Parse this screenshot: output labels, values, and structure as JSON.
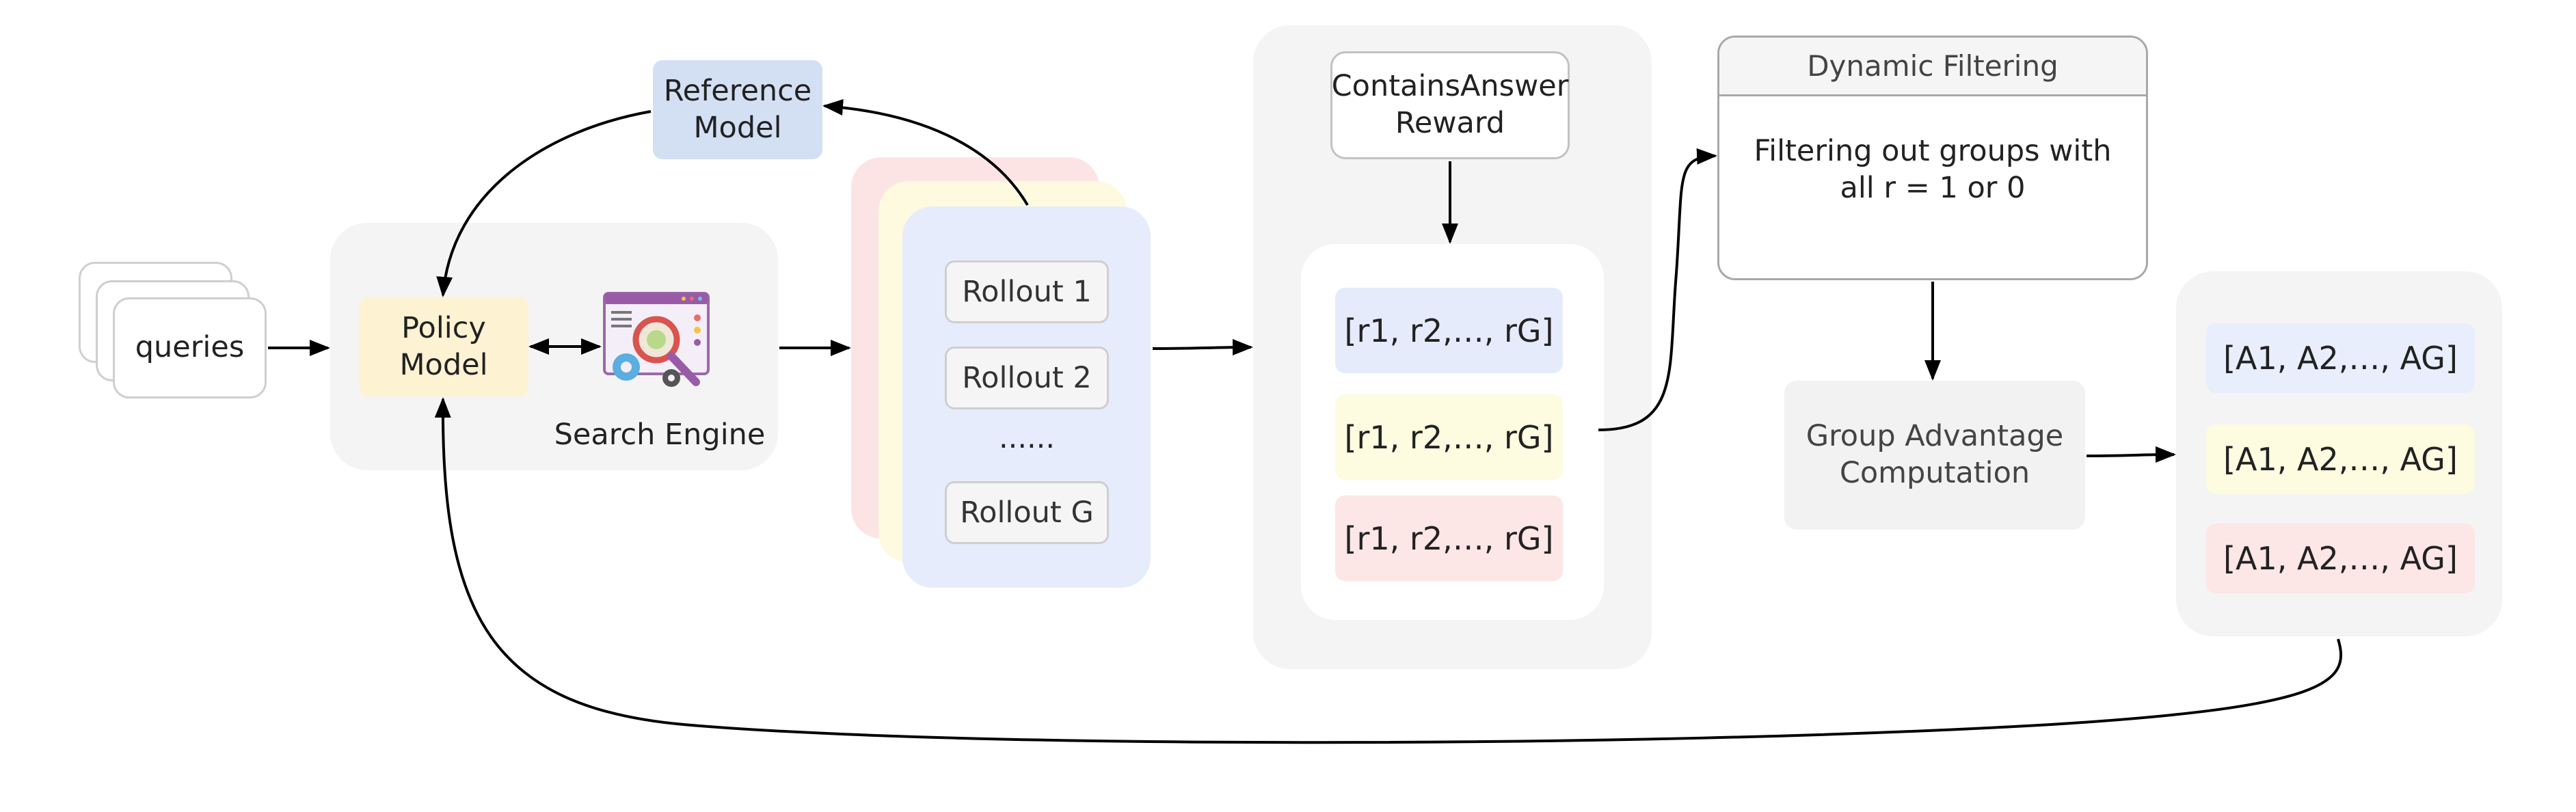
{
  "queries": {
    "label": "queries"
  },
  "policy_model": {
    "label": "Policy\nModel",
    "color": "#fdf2d2"
  },
  "reference_model": {
    "label": "Reference\nModel",
    "color": "#d3e0f4"
  },
  "search_engine": {
    "label": "Search Engine",
    "icon": "search-engine-icon"
  },
  "rollouts": {
    "items": [
      "Rollout 1",
      "Rollout 2",
      "......",
      "Rollout G"
    ],
    "stack_colors": [
      "#fde4e4",
      "#fdfae0",
      "#e6ecfc"
    ]
  },
  "reward": {
    "box_label": "ContainsAnswer\nReward",
    "rows": [
      {
        "label": "[r1, r2,…, rG]",
        "color": "#e6ebfc"
      },
      {
        "label": "[r1, r2,…, rG]",
        "color": "#fdfbe0"
      },
      {
        "label": "[r1, r2,…, rG]",
        "color": "#fde6e6"
      }
    ]
  },
  "dynamic_filtering": {
    "title": "Dynamic Filtering",
    "body": "Filtering out groups with\nall r = 1 or 0"
  },
  "group_advantage": {
    "label": "Group Advantage\nComputation"
  },
  "advantages": {
    "rows": [
      {
        "label": "[A1, A2,…, AG]",
        "color": "#e8eefc"
      },
      {
        "label": "[A1, A2,…, AG]",
        "color": "#fdfbe0"
      },
      {
        "label": "[A1, A2,…, AG]",
        "color": "#fde6e6"
      }
    ]
  }
}
